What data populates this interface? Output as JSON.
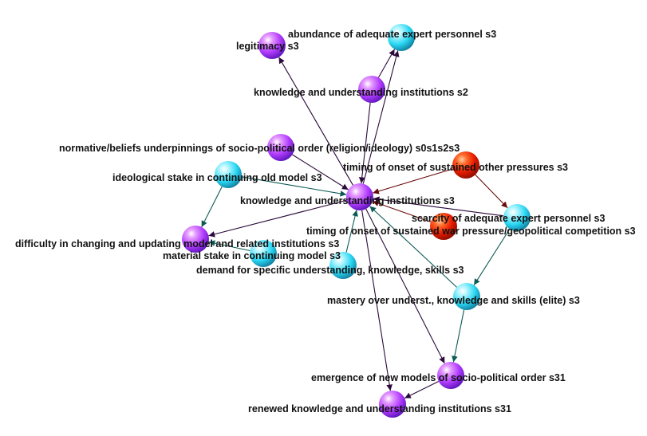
{
  "colors": {
    "purple": "#b23cff",
    "cyan": "#27d6f2",
    "red": "#e61b00",
    "edge_dark": "#2a0a3a",
    "edge_teal": "#0d5a55",
    "edge_red": "#6a0a0a"
  },
  "nodes": [
    {
      "id": "legitimacy",
      "label": "legitimacy s3",
      "color": "purple"
    },
    {
      "id": "abundance",
      "label": "abundance of adequate expert personnel s3",
      "color": "cyan"
    },
    {
      "id": "kui_s2",
      "label": "knowledge and understanding institutions s2",
      "color": "purple"
    },
    {
      "id": "normative",
      "label": "normative/beliefs underpinnings of socio-political order (religion/ideology) s0s1s2s3",
      "color": "purple"
    },
    {
      "id": "ideological",
      "label": "ideological stake in continuing old model s3",
      "color": "cyan"
    },
    {
      "id": "timing_other",
      "label": "timing of onset of sustained other pressures s3",
      "color": "red"
    },
    {
      "id": "kui_s3",
      "label": "knowledge and understanding institutions s3",
      "color": "purple"
    },
    {
      "id": "scarcity",
      "label": "scarcity of adequate expert personnel s3",
      "color": "cyan"
    },
    {
      "id": "timing_war",
      "label": "timing of onset of sustained war pressure/geopolitical competition s3",
      "color": "red"
    },
    {
      "id": "difficulty",
      "label": "difficulty in changing and updating model and related institutions s3",
      "color": "purple"
    },
    {
      "id": "material",
      "label": "material stake in continuing model s3",
      "color": "cyan"
    },
    {
      "id": "demand",
      "label": "demand for specific understanding, knowledge, skills s3",
      "color": "cyan"
    },
    {
      "id": "mastery",
      "label": "mastery over underst., knowledge and skills (elite) s3",
      "color": "cyan"
    },
    {
      "id": "emergence",
      "label": "emergence of new models of socio-political order s31",
      "color": "purple"
    },
    {
      "id": "renewed",
      "label": "renewed knowledge and understanding institutions s31",
      "color": "purple"
    }
  ],
  "edges": [
    {
      "from": "kui_s3",
      "to": "legitimacy",
      "style": "dark"
    },
    {
      "from": "kui_s3",
      "to": "abundance",
      "style": "dark"
    },
    {
      "from": "kui_s2",
      "to": "abundance",
      "style": "dark"
    },
    {
      "from": "kui_s2",
      "to": "kui_s3",
      "style": "dark"
    },
    {
      "from": "normative",
      "to": "kui_s3",
      "style": "dark"
    },
    {
      "from": "ideological",
      "to": "kui_s3",
      "style": "teal"
    },
    {
      "from": "ideological",
      "to": "difficulty",
      "style": "teal"
    },
    {
      "from": "timing_other",
      "to": "kui_s3",
      "style": "red"
    },
    {
      "from": "timing_other",
      "to": "scarcity",
      "style": "red"
    },
    {
      "from": "scarcity",
      "to": "kui_s3",
      "style": "dark"
    },
    {
      "from": "scarcity",
      "to": "mastery",
      "style": "teal"
    },
    {
      "from": "timing_war",
      "to": "kui_s3",
      "style": "red"
    },
    {
      "from": "kui_s3",
      "to": "difficulty",
      "style": "dark"
    },
    {
      "from": "material",
      "to": "difficulty",
      "style": "teal"
    },
    {
      "from": "demand",
      "to": "kui_s3",
      "style": "teal"
    },
    {
      "from": "mastery",
      "to": "kui_s3",
      "style": "teal"
    },
    {
      "from": "mastery",
      "to": "emergence",
      "style": "teal"
    },
    {
      "from": "kui_s3",
      "to": "emergence",
      "style": "dark"
    },
    {
      "from": "kui_s3",
      "to": "renewed",
      "style": "dark"
    },
    {
      "from": "emergence",
      "to": "renewed",
      "style": "dark"
    }
  ]
}
